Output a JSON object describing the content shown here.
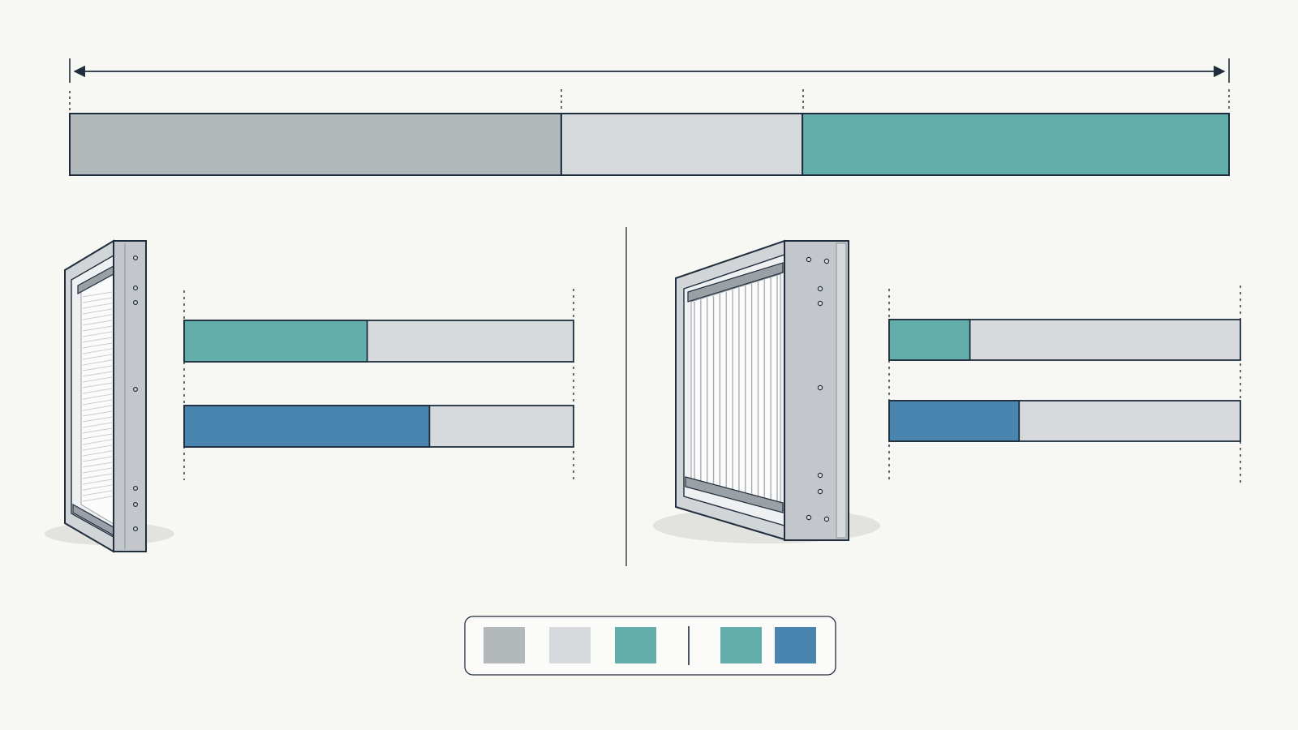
{
  "colors": {
    "background": "#f7f7f3",
    "outline": "#1f2d3d",
    "gray_dark": "#b3b8ba",
    "gray_light": "#d7dadc",
    "teal": "#63aeaa",
    "blue": "#4a85b0",
    "frame_metal": "#c3c7cb",
    "frame_shadow": "#e2e2de"
  },
  "overall_bar": {
    "segments": [
      {
        "key": "gray_dark",
        "fraction": 0.424
      },
      {
        "key": "gray_light",
        "fraction": 0.208
      },
      {
        "key": "teal",
        "fraction": 0.368
      }
    ]
  },
  "left_panel": {
    "filter_type": "slim-pleated",
    "bars": [
      {
        "key": "teal",
        "fill_fraction": 0.47
      },
      {
        "key": "blue",
        "fill_fraction": 0.63
      }
    ]
  },
  "right_panel": {
    "filter_type": "deep-pleated",
    "bars": [
      {
        "key": "teal",
        "fill_fraction": 0.23
      },
      {
        "key": "blue",
        "fill_fraction": 0.37
      }
    ]
  },
  "legend": {
    "group_a": [
      "gray_dark",
      "gray_light",
      "teal"
    ],
    "group_b": [
      "teal",
      "blue"
    ]
  }
}
